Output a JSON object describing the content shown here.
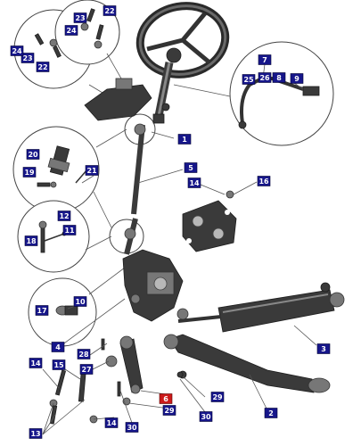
{
  "callouts": [
    {
      "id": "c22a",
      "label": "22",
      "highlight": false
    },
    {
      "id": "c23a",
      "label": "23",
      "highlight": false
    },
    {
      "id": "c24a",
      "label": "24",
      "highlight": false
    },
    {
      "id": "c22b",
      "label": "22",
      "highlight": false
    },
    {
      "id": "c23b",
      "label": "23",
      "highlight": false
    },
    {
      "id": "c24b",
      "label": "24",
      "highlight": false
    },
    {
      "id": "c7",
      "label": "7",
      "highlight": false
    },
    {
      "id": "c25",
      "label": "25",
      "highlight": false
    },
    {
      "id": "c26",
      "label": "26",
      "highlight": false
    },
    {
      "id": "c8",
      "label": "8",
      "highlight": false
    },
    {
      "id": "c9",
      "label": "9",
      "highlight": false
    },
    {
      "id": "c1",
      "label": "1",
      "highlight": false
    },
    {
      "id": "c20",
      "label": "20",
      "highlight": false
    },
    {
      "id": "c19",
      "label": "19",
      "highlight": false
    },
    {
      "id": "c21",
      "label": "21",
      "highlight": false
    },
    {
      "id": "c5",
      "label": "5",
      "highlight": false
    },
    {
      "id": "c14a",
      "label": "14",
      "highlight": false
    },
    {
      "id": "c16",
      "label": "16",
      "highlight": false
    },
    {
      "id": "c12",
      "label": "12",
      "highlight": false
    },
    {
      "id": "c18",
      "label": "18",
      "highlight": false
    },
    {
      "id": "c11",
      "label": "11",
      "highlight": false
    },
    {
      "id": "c10",
      "label": "10",
      "highlight": false
    },
    {
      "id": "c17",
      "label": "17",
      "highlight": false
    },
    {
      "id": "c4",
      "label": "4",
      "highlight": false
    },
    {
      "id": "c3",
      "label": "3",
      "highlight": false
    },
    {
      "id": "c28",
      "label": "28",
      "highlight": false
    },
    {
      "id": "c14b",
      "label": "14",
      "highlight": false
    },
    {
      "id": "c15",
      "label": "15",
      "highlight": false
    },
    {
      "id": "c27",
      "label": "27",
      "highlight": false
    },
    {
      "id": "c6",
      "label": "6",
      "highlight": true
    },
    {
      "id": "c29a",
      "label": "29",
      "highlight": false
    },
    {
      "id": "c29b",
      "label": "29",
      "highlight": false
    },
    {
      "id": "c2",
      "label": "2",
      "highlight": false
    },
    {
      "id": "c30a",
      "label": "30",
      "highlight": false
    },
    {
      "id": "c13",
      "label": "13",
      "highlight": false
    },
    {
      "id": "c14c",
      "label": "14",
      "highlight": false
    },
    {
      "id": "c30b",
      "label": "30",
      "highlight": false
    }
  ]
}
